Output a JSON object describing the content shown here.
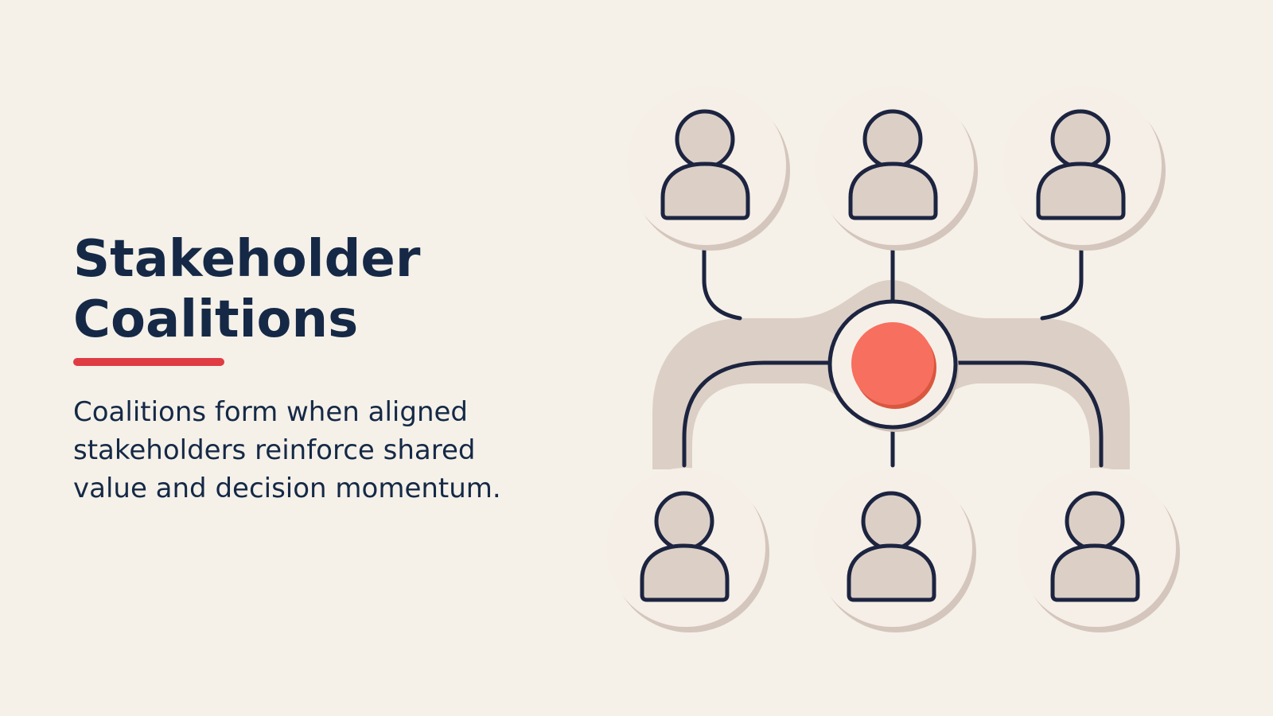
{
  "slide": {
    "title_line1": "Stakeholder",
    "title_line2": "Coalitions",
    "body_line1": "Coalitions form when aligned",
    "body_line2": "stakeholders reinforce shared",
    "body_line3": "value and decision momentum."
  },
  "colors": {
    "background": "#f5f1e9",
    "title_text": "#152946",
    "accent_rule": "#e03c43",
    "hub_fill": "#f76f5e",
    "node_fill": "#f6efe7",
    "person_fill": "#dccfc6",
    "outline": "#1c2440",
    "band": "#dccfc6"
  },
  "diagram": {
    "hub": "hub-node",
    "top_nodes": [
      "stakeholder-1",
      "stakeholder-2",
      "stakeholder-3"
    ],
    "bottom_nodes": [
      "stakeholder-4",
      "stakeholder-5",
      "stakeholder-6"
    ],
    "node_icon": "person-icon"
  }
}
